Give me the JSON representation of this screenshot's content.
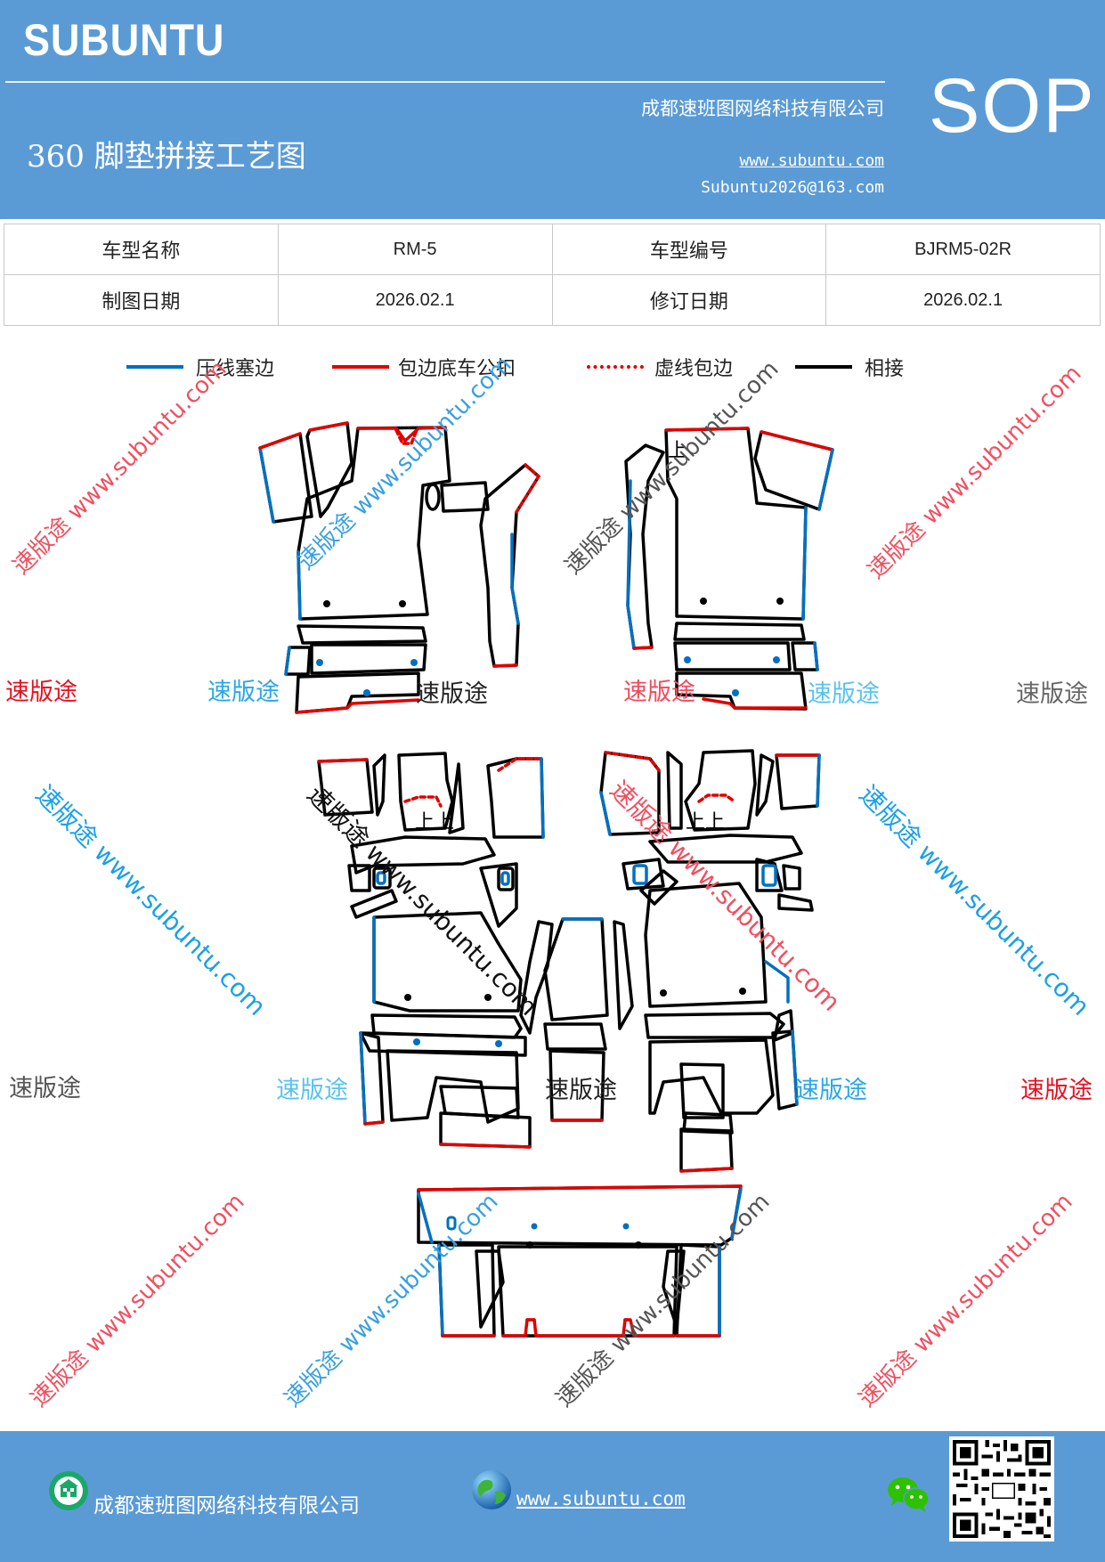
{
  "header": {
    "brand": "SUBUNTU",
    "company": "成都速班图网络科技有限公司",
    "title": "360 脚垫拼接工艺图",
    "website": "www.subuntu.com",
    "email": "Subuntu2026@163.com",
    "badge": "SOP"
  },
  "info_table": {
    "rows": [
      {
        "label1": "车型名称",
        "value1": "RM-5",
        "label2": "车型编号",
        "value2": "BJRM5-02R"
      },
      {
        "label1": "制图日期",
        "value1": "2026.02.1",
        "label2": "修订日期",
        "value2": "2026.02.1"
      }
    ]
  },
  "legend": [
    {
      "label": "压线塞边",
      "color": "#0070c0",
      "style": "solid"
    },
    {
      "label": "包边底车公扣",
      "color": "#e00000",
      "style": "solid"
    },
    {
      "label": "虚线包边",
      "color": "#e00000",
      "style": "dashed"
    },
    {
      "label": "相接",
      "color": "#000000",
      "style": "solid"
    }
  ],
  "drawing": {
    "up_marks": [
      "上",
      "上上",
      "上上"
    ]
  },
  "watermarks": {
    "diagonal": "速版途 www.subuntu.com",
    "brand_text": "速版途"
  },
  "colors": {
    "header_bg": "#5b9bd5",
    "blue": "#0070c0",
    "red": "#e00000",
    "black": "#000000"
  },
  "footer": {
    "company": "成都速班图网络科技有限公司",
    "website": "www.subuntu.com ",
    "icons": [
      "building-icon",
      "globe-icon",
      "wechat-icon",
      "qr-code"
    ]
  }
}
